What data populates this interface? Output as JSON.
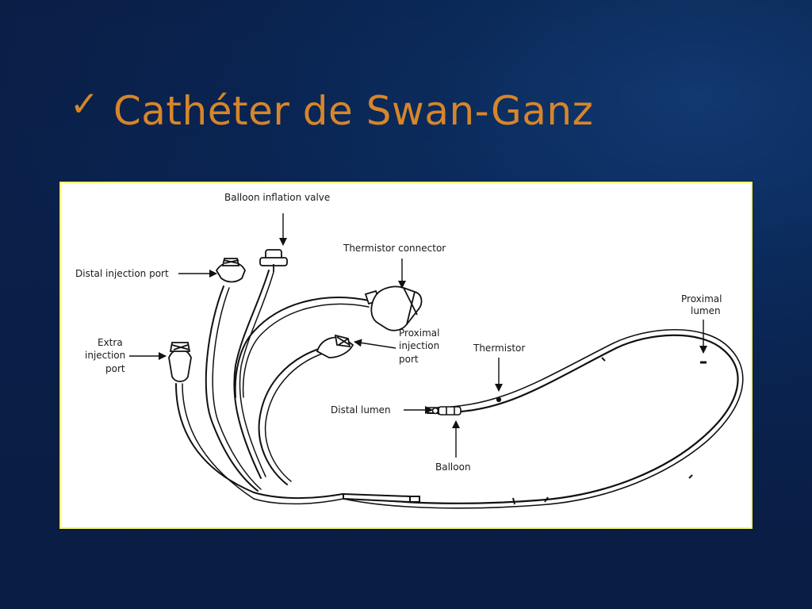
{
  "slide": {
    "title": "Cathéter de Swan-Ganz",
    "bullet_icon": "check-icon"
  },
  "diagram": {
    "labels": {
      "balloon_inflation_valve": "Balloon inflation valve",
      "distal_injection_port": "Distal injection port",
      "thermistor_connector": "Thermistor connector",
      "proximal_lumen_line1": "Proximal",
      "proximal_lumen_line2": "lumen",
      "extra_injection_line1": "Extra",
      "extra_injection_line2": "injection",
      "extra_injection_line3": "port",
      "proximal_injection_line1": "Proximal",
      "proximal_injection_line2": "injection",
      "proximal_injection_line3": "port",
      "thermistor": "Thermistor",
      "distal_lumen": "Distal lumen",
      "balloon": "Balloon"
    }
  },
  "colors": {
    "title": "#d6862a",
    "frame_border": "#f4f36a",
    "line": "#111111"
  }
}
